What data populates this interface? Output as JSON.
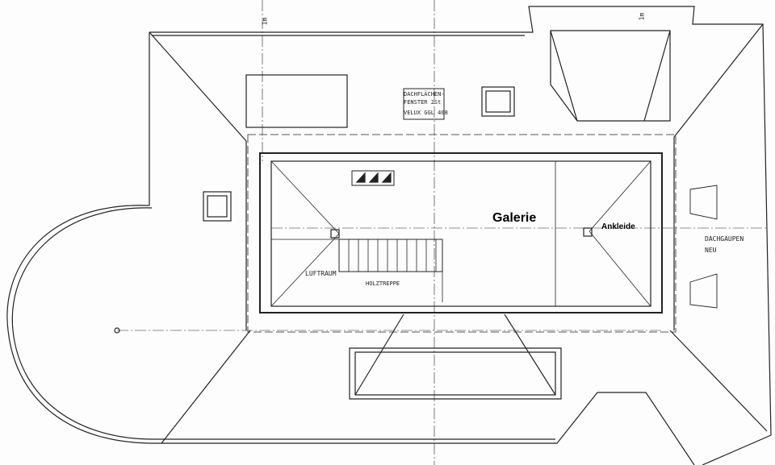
{
  "plan": {
    "room_main": "Galerie",
    "room_side": "Ankleide",
    "luftraum": "LUFTRAUM",
    "stair": "HOLZTREPPE",
    "dormers_line1": "DACHGAUPEN",
    "dormers_line2": "NEU",
    "skylight_line1": "DACHFLÄCHEN-",
    "skylight_line2": "FENSTER 2St",
    "skylight_line3": "VELUX GGL 408",
    "scale_left": "1m",
    "scale_right": "1m"
  },
  "colors": {
    "ink": "#222222",
    "paper": "#fdfdfd"
  }
}
